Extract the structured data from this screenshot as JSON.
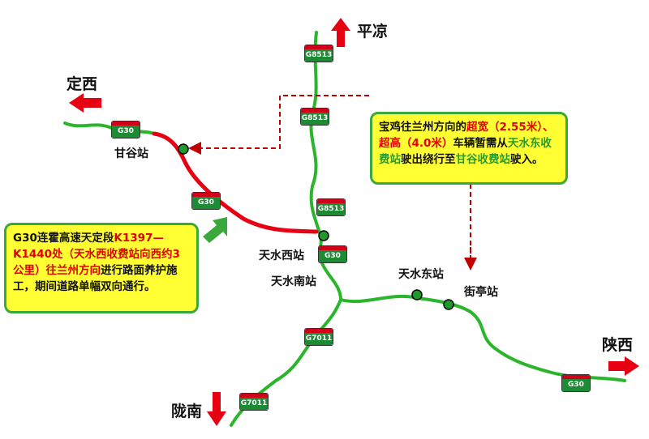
{
  "cities": {
    "pingliang": "平凉",
    "dingxi": "定西",
    "shaanxi": "陕西",
    "longnan": "陇南"
  },
  "stations": {
    "gangu": "甘谷站",
    "tianshui_west": "天水西站",
    "tianshui_south": "天水南站",
    "tianshui_east": "天水东站",
    "jieting": "街亭站"
  },
  "shields": {
    "g30": "G30",
    "g8513": "G8513",
    "g7011": "G7011"
  },
  "notice_left": {
    "part1": "G30连霍高速天定段",
    "part2": "K1397—K1440处（天水西收费站向西约3公里）往兰州方向",
    "part3": "进行路面养护施工，期间道路单幅双向通行。"
  },
  "notice_right": {
    "part1": "宝鸡往兰州方向的",
    "part2": "超宽（2.55米）、超高（4.0米）",
    "part3": "车辆暂需从",
    "part4": "天水东收费站",
    "part5": "驶出绕行至",
    "part6": "甘谷收费站",
    "part7": "驶入。"
  },
  "colors": {
    "road_normal": "#2bb52b",
    "road_construction": "#e60012",
    "arrow": "#e60012",
    "detour": "#c00000",
    "notice_bg": "#ffff33",
    "notice_border": "#3aa83a"
  }
}
